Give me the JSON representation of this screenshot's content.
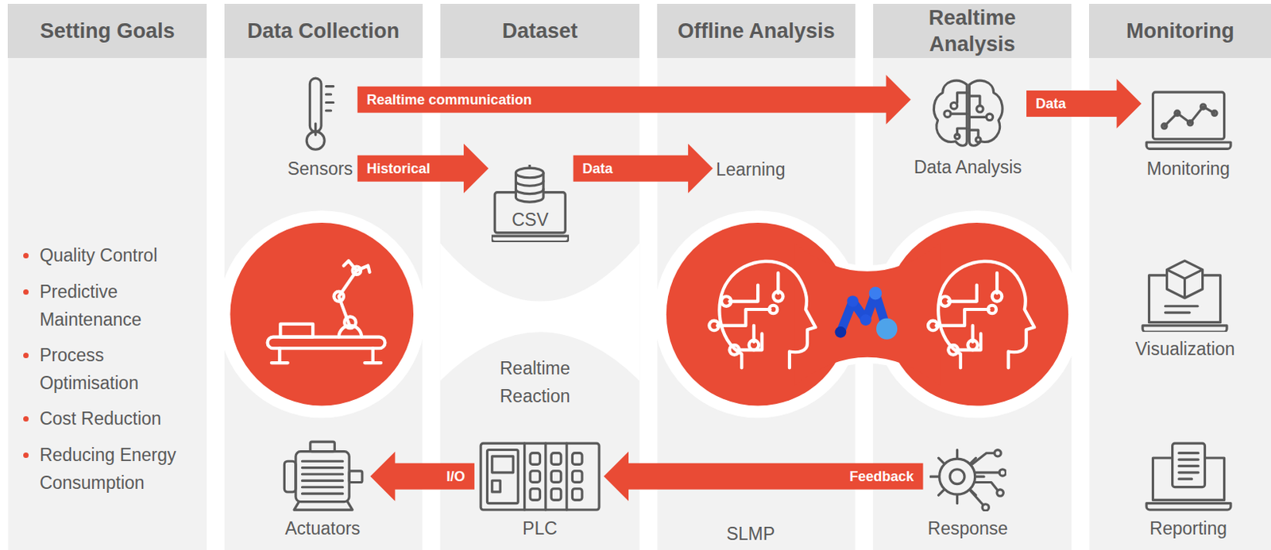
{
  "diagram": {
    "nodes": [
      {
        "text": [
          "Setting Goals"
        ]
      },
      {
        "text": [
          "Data Collection"
        ]
      },
      {
        "text": [
          "Dataset"
        ]
      },
      {
        "text": [
          "Offline Analysis"
        ]
      },
      {
        "text": [
          "Realtime Analysis"
        ]
      },
      {
        "text": [
          "Monitoring"
        ]
      },
      {
        "text": [
          "Sensors"
        ],
        "in": 1
      },
      {
        "text": [
          "Actuators"
        ],
        "in": 1
      },
      {
        "text": [
          "CSV"
        ],
        "in": 2
      },
      {
        "text": [
          "PLC"
        ],
        "in": 2
      },
      {
        "text": [
          "Learning"
        ],
        "in": 3
      },
      {
        "text": [
          "SLMP"
        ],
        "in": 3
      },
      {
        "text": [
          "Data Analysis"
        ],
        "in": 4
      },
      {
        "text": [
          "Response"
        ],
        "in": 4
      },
      {
        "text": [
          "Monitoring"
        ],
        "in": 5
      },
      {
        "text": [
          "Visualization"
        ],
        "in": 5
      },
      {
        "text": [
          "Reporting"
        ],
        "in": 5
      }
    ],
    "edges": [
      {
        "from": 6,
        "to": 12,
        "label": "Realtime communication",
        "arrow": "to"
      },
      {
        "from": 6,
        "to": 8,
        "label": "Historical",
        "arrow": "to"
      },
      {
        "from": 8,
        "to": 10,
        "label": "Data",
        "arrow": "to"
      },
      {
        "from": 12,
        "to": 14,
        "label": "Data",
        "arrow": "to"
      },
      {
        "from": 13,
        "to": 9,
        "label": "Feedback",
        "arrow": "to"
      },
      {
        "from": 9,
        "to": 7,
        "label": "I/O",
        "arrow": "to"
      }
    ],
    "labels": [
      "Quality Control",
      "Predictive Maintenance",
      "Process Optimisation",
      "Cost Reduction",
      "Reducing Energy Consumption",
      "Realtime Reaction"
    ]
  }
}
